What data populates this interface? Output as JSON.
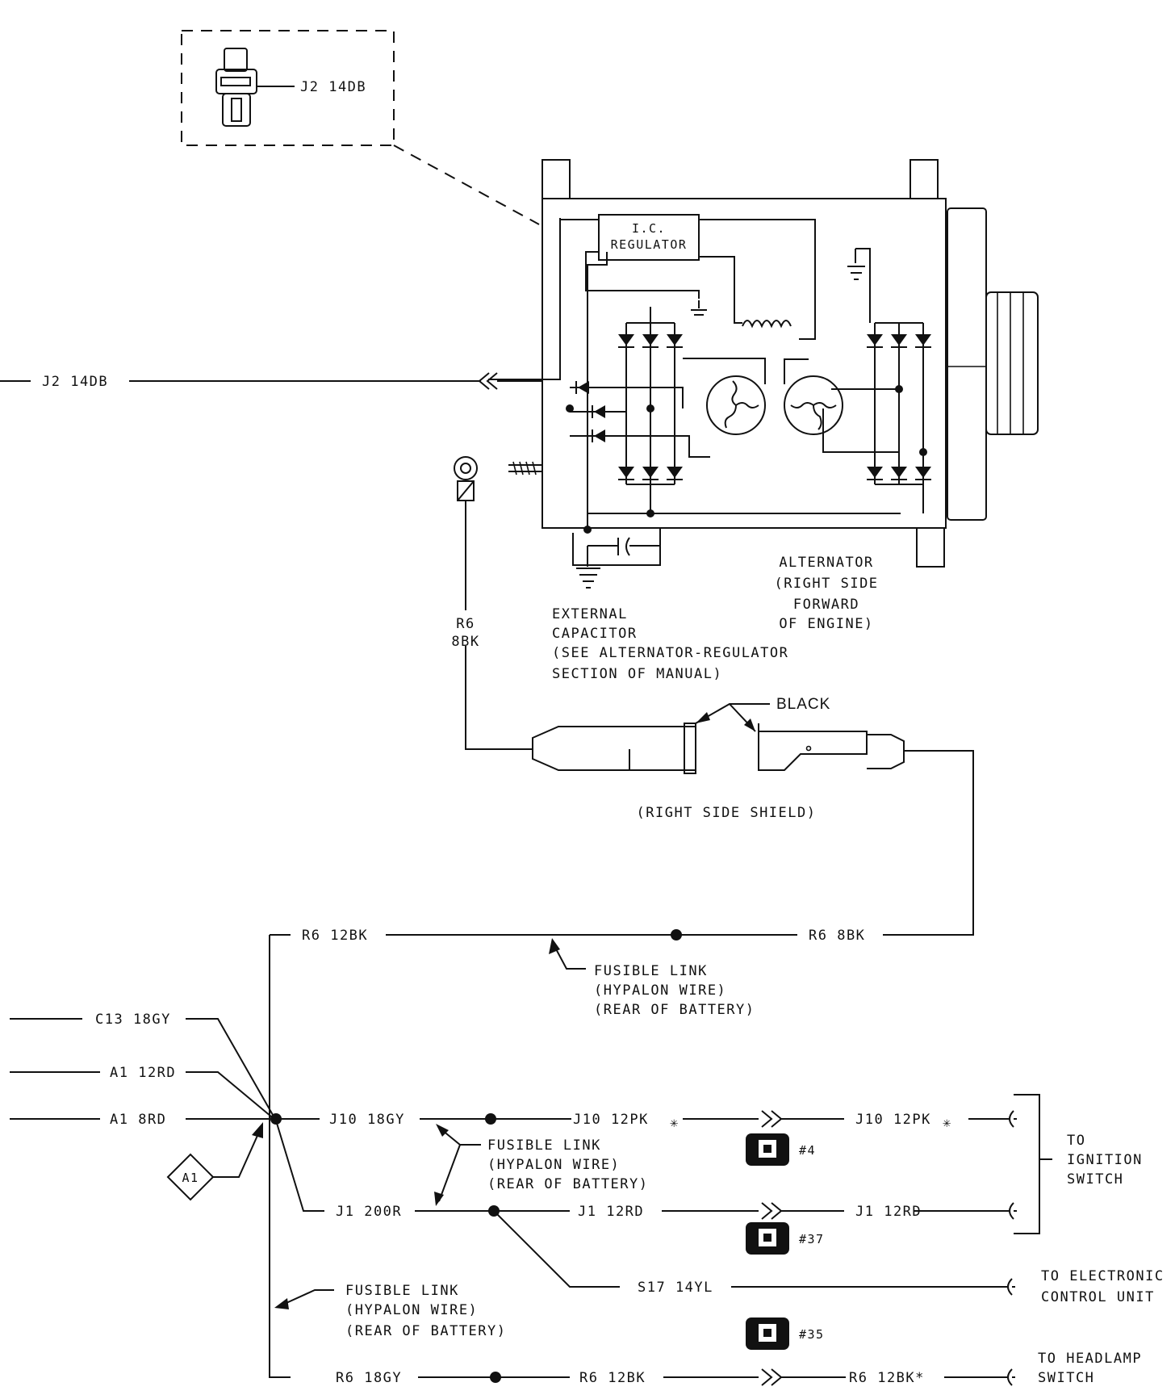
{
  "connector_detail": {
    "label": "J2 14DB"
  },
  "alternator": {
    "regulator_label_1": "I.C.",
    "regulator_label_2": "REGULATOR",
    "label": [
      "ALTERNATOR",
      "(RIGHT SIDE",
      "FORWARD",
      "OF ENGINE)"
    ]
  },
  "field_wire": {
    "label": "J2 14DB"
  },
  "output_wire": {
    "code": "R6",
    "gauge": "8BK"
  },
  "capacitor": {
    "label": [
      "EXTERNAL",
      "CAPACITOR",
      "(SEE ALTERNATOR-REGULATOR",
      "SECTION OF MANUAL)"
    ]
  },
  "shield_connector": {
    "color_label": "BLACK",
    "location": "(RIGHT SIDE SHIELD)"
  },
  "main_bus": {
    "left_wire": "R6 12BK",
    "right_wire": "R6 8BK"
  },
  "fusible_link_top": [
    "FUSIBLE LINK",
    "(HYPALON WIRE)",
    "(REAR OF BATTERY)"
  ],
  "left_wires": [
    "C13 18GY",
    "A1 12RD",
    "A1 8RD"
  ],
  "splice_tag": "A1",
  "ignition_branch": {
    "upper_left": "J10 18GY",
    "upper_mid": "J10 12PK",
    "upper_right": "J10 12PK",
    "lower_left": "J1 200R",
    "lower_mid": "J1 12RD",
    "lower_right": "J1 12RD",
    "fusible_link": [
      "FUSIBLE LINK",
      "(HYPALON WIRE)",
      "(REAR OF BATTERY)"
    ],
    "destination": [
      "TO",
      "IGNITION",
      "SWITCH"
    ]
  },
  "ecu_branch": {
    "wire": "S17 14YL",
    "destination": [
      "TO ELECTRONIC",
      "CONTROL UNIT"
    ]
  },
  "bottom_fusible_link": [
    "FUSIBLE LINK",
    "(HYPALON WIRE)",
    "(REAR OF BATTERY)"
  ],
  "headlamp_branch": {
    "left": "R6 18GY",
    "mid": "R6 12BK",
    "right": "R6 12BK*",
    "destination": [
      "TO HEADLAMP",
      "SWITCH"
    ]
  },
  "connector_refs": [
    "#4",
    "#37",
    "#35"
  ]
}
